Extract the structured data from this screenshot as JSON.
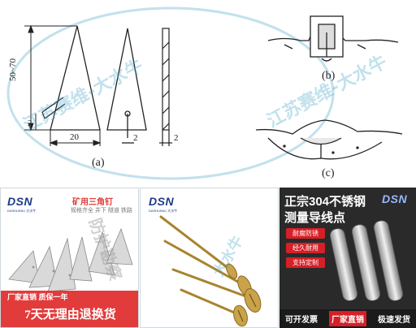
{
  "figure": {
    "label_a": "(a)",
    "label_b": "(b)",
    "label_c": "(c)",
    "dim_height": "50~70",
    "dim_width": "20",
    "dim_small_left": "2",
    "dim_small_mid": "2",
    "dim_small_right": "2",
    "watermark": "江苏赛维-大水牛"
  },
  "panels": {
    "p1": {
      "brand": "DSN",
      "brand_sub": "DASHUINIU 大水牛",
      "title": "矿用三角钉",
      "subtitle": "规格齐全 井下 隧道 铁路",
      "overlay": "防护勘察",
      "banner_top": "厂家直销  质保一年",
      "banner_bottom": "7天无理由退换货"
    },
    "p2": {
      "brand": "DSN",
      "brand_sub": "DASHUINIU 大水牛",
      "watermark": "大水牛"
    },
    "p3": {
      "title_line1": "正宗304不锈钢",
      "title_line2": "测量导线点",
      "brand": "DSN",
      "tags": [
        "耐腐防锈",
        "经久耐用",
        "支持定制"
      ],
      "footer": [
        "可开发票",
        "厂家直销",
        "极速发货"
      ]
    }
  },
  "colors": {
    "accent_red": "#d61f26",
    "brand_blue": "#1a3a8a",
    "brass": "#c9a24a"
  }
}
